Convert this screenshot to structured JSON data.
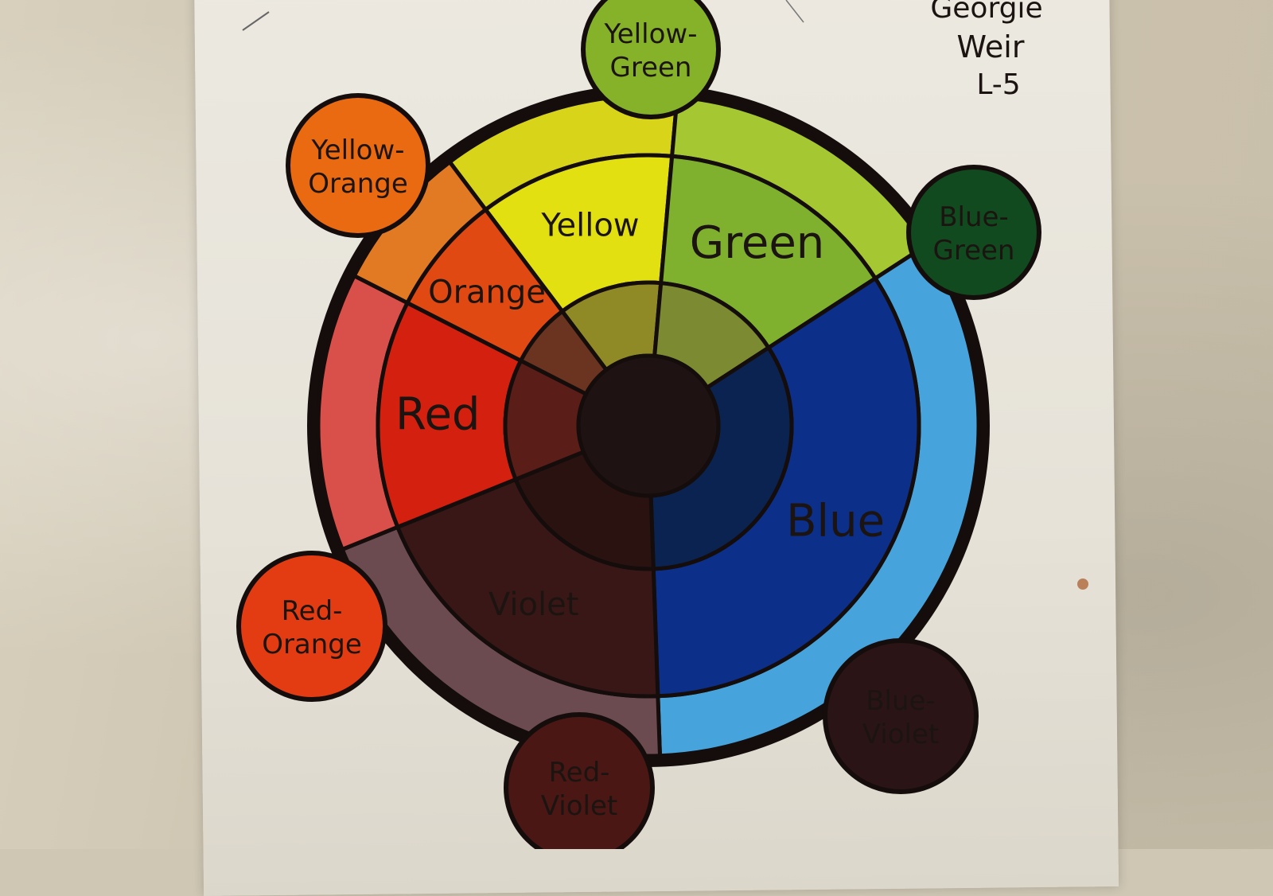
{
  "artist": {
    "name_line1": "Georgie",
    "name_line2": "Weir",
    "class_code": "L-5"
  },
  "wheel": {
    "segments": [
      {
        "name": "yellow-segment",
        "label": "Yellow",
        "color": "#e3e012",
        "outer_color": "#d8d41a",
        "shade_color": "#8f8a26"
      },
      {
        "name": "green-segment",
        "label": "Green",
        "color": "#7fb12e",
        "outer_color": "#a5c832",
        "shade_color": "#7c8a32"
      },
      {
        "name": "blue-segment",
        "label": "Blue",
        "color": "#0c2f8a",
        "outer_color": "#47a3dc",
        "shade_color": "#0b2350"
      },
      {
        "name": "violet-segment",
        "label": "Violet",
        "color": "#3a1717",
        "outer_color": "#6b4b4f",
        "shade_color": "#2a1210"
      },
      {
        "name": "red-segment",
        "label": "Red",
        "color": "#d4200f",
        "outer_color": "#d9504a",
        "shade_color": "#5a1d18"
      },
      {
        "name": "orange-segment",
        "label": "Orange",
        "color": "#e04a12",
        "outer_color": "#e27a24",
        "shade_color": "#6a3420"
      }
    ],
    "center_color": "#1f1212"
  },
  "tertiary_circles": [
    {
      "name": "yellow-green-circle",
      "line1": "Yellow-",
      "line2": "Green",
      "color": "#86b22a"
    },
    {
      "name": "blue-green-circle",
      "line1": "Blue-",
      "line2": "Green",
      "color": "#114a1f"
    },
    {
      "name": "blue-violet-circle",
      "line1": "Blue-",
      "line2": "Violet",
      "color": "#2b1416"
    },
    {
      "name": "red-violet-circle",
      "line1": "Red-",
      "line2": "Violet",
      "color": "#4a1714"
    },
    {
      "name": "red-orange-circle",
      "line1": "Red-",
      "line2": "Orange",
      "color": "#e43c12"
    },
    {
      "name": "yellow-orange-circle",
      "line1": "Yellow-",
      "line2": "Orange",
      "color": "#ea6a12"
    }
  ]
}
